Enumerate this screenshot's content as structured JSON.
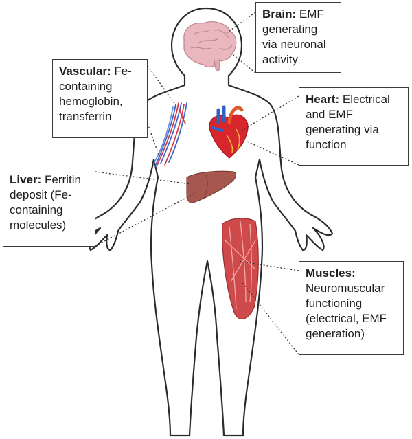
{
  "organs": {
    "brain": {
      "title": "Brain:",
      "text": "EMF generating via neuronal activity"
    },
    "vascular": {
      "title": "Vascular:",
      "text": "Fe-containing hemoglobin, transferrin"
    },
    "heart": {
      "title": "Heart:",
      "text": "Electrical and EMF generating via function"
    },
    "liver": {
      "title": "Liver:",
      "text": "Ferritin deposit (Fe-containing molecules)"
    },
    "muscles": {
      "title": "Muscles:",
      "text": "Neuromuscular functioning (electrical, EMF generation)"
    }
  },
  "colors": {
    "outline": "#2b2b2b",
    "leader_line": "#333333",
    "brain": "#e9b7bd",
    "heart_red": "#d7262c",
    "heart_blue": "#2f62c4",
    "vessel_blue": "#3d68c9",
    "vessel_red": "#d63a44",
    "liver": "#a8574f",
    "muscle": "#cf4a4a"
  }
}
